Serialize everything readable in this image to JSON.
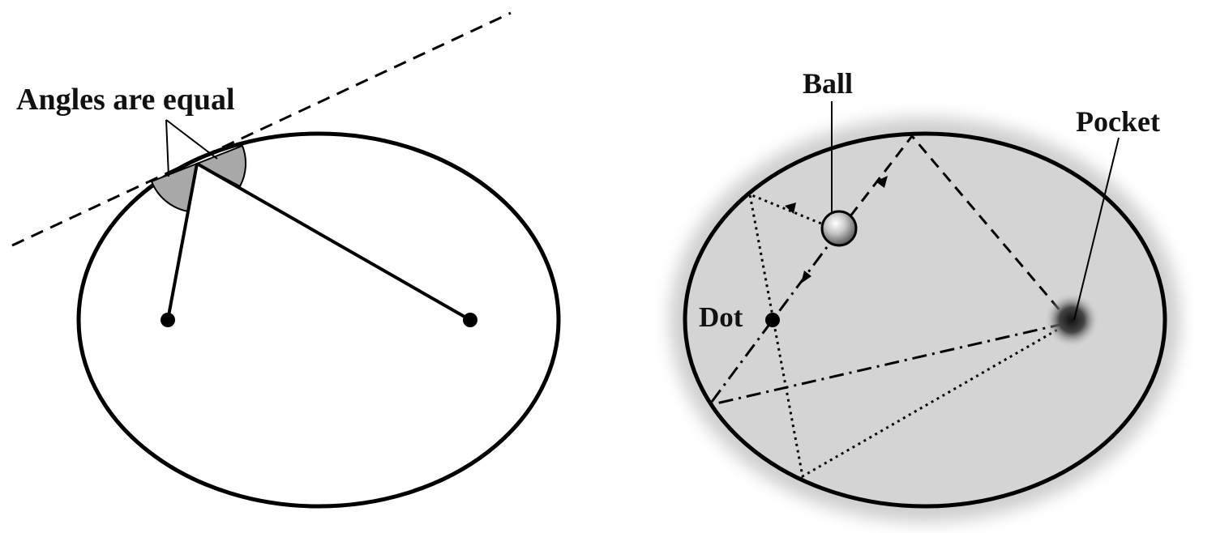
{
  "left_figure": {
    "label": "Angles are equal"
  },
  "right_figure": {
    "ball_label": "Ball",
    "pocket_label": "Pocket",
    "dot_label": "Dot"
  }
}
